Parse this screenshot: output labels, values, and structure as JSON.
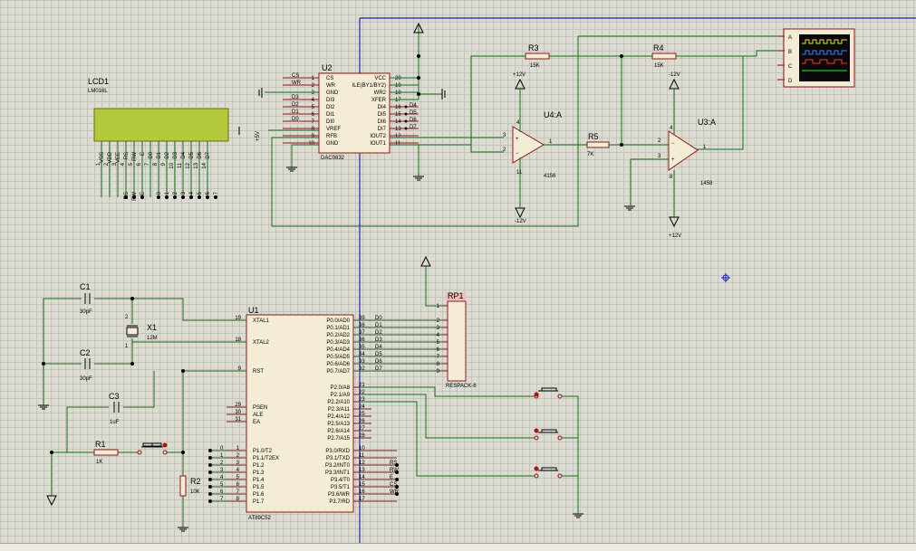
{
  "colors": {
    "wire": "#1a6b1a",
    "body": "#f4ecd4",
    "outline": "#8b1a1a",
    "lcd": "#b4c83c",
    "boundary": "#2020c0",
    "rp": "#f5b7b7"
  },
  "lcd1": {
    "ref": "LCD1",
    "part": "LM016L",
    "pins": [
      "VSS",
      "VDD",
      "VEE",
      "RS",
      "RW",
      "E",
      "D0",
      "D1",
      "D2",
      "D3",
      "D4",
      "D5",
      "D6",
      "D7"
    ],
    "nums": [
      "1",
      "2",
      "3",
      "4",
      "5",
      "6",
      "7",
      "8",
      "9",
      "10",
      "11",
      "12",
      "13",
      "14"
    ],
    "bot": [
      "RS",
      "RW",
      "E",
      "0",
      "1",
      "2",
      "3",
      "4",
      "5",
      "6",
      "7"
    ]
  },
  "u2": {
    "ref": "U2",
    "part": "DAC0832",
    "left": [
      "CS",
      "WR",
      "GND",
      "DI3",
      "DI2",
      "DI1",
      "DI0",
      "VREF",
      "RFB",
      "GND"
    ],
    "leftn": [
      "1",
      "2",
      "3",
      "4",
      "5",
      "6",
      "7",
      "8",
      "9",
      "10"
    ],
    "right": [
      "VCC",
      "ILE(BY1/BY2)",
      "WR2",
      "XFER",
      "DI4",
      "DI5",
      "DI6",
      "DI7",
      "IOUT2",
      "IOUT1"
    ],
    "rightn": [
      "20",
      "19",
      "18",
      "17",
      "16",
      "15",
      "14",
      "13",
      "12",
      "11"
    ],
    "netl": [
      "CS",
      "WR",
      "",
      "D3",
      "D2",
      "D1",
      "D0"
    ],
    "netr": [
      "D4",
      "D5",
      "D6",
      "D7"
    ],
    "vref": "+5V"
  },
  "u4": {
    "ref": "U4:A",
    "part": "4156",
    "pins": [
      "3",
      "2",
      "1",
      "4",
      "11"
    ],
    "vp": "+12V",
    "vn": "-12V"
  },
  "u3": {
    "ref": "U3:A",
    "part": "1458",
    "pins": [
      "3",
      "2",
      "1",
      "4",
      "8"
    ],
    "vp": "+12V",
    "vn": "-12V"
  },
  "resistors": [
    {
      "ref": "R3",
      "val": "15K"
    },
    {
      "ref": "R4",
      "val": "15K"
    },
    {
      "ref": "R5",
      "val": "7K"
    },
    {
      "ref": "R1",
      "val": "1K"
    },
    {
      "ref": "R2",
      "val": "10K"
    }
  ],
  "scope": {
    "ch": [
      "A",
      "B",
      "C",
      "D"
    ]
  },
  "rp1": {
    "ref": "RP1",
    "part": "RESPACK-8",
    "pins": [
      "1",
      "2",
      "3",
      "4",
      "5",
      "6",
      "7",
      "8",
      "9"
    ]
  },
  "u1": {
    "ref": "U1",
    "part": "AT89C52",
    "leftn": [
      "19",
      "18",
      "9",
      "29",
      "30",
      "31"
    ],
    "left": [
      "XTAL1",
      "XTAL2",
      "RST",
      "PSEN",
      "ALE",
      "EA"
    ],
    "p0": [
      "P0.0/AD0",
      "P0.1/AD1",
      "P0.2/AD2",
      "P0.3/AD3",
      "P0.4/AD4",
      "P0.5/AD5",
      "P0.6/AD6",
      "P0.7/AD7"
    ],
    "p0n": [
      "39",
      "38",
      "37",
      "36",
      "35",
      "34",
      "33",
      "32"
    ],
    "p0net": [
      "D0",
      "D1",
      "D2",
      "D3",
      "D4",
      "D5",
      "D6",
      "D7"
    ],
    "p2": [
      "P2.0/A8",
      "P2.1/A9",
      "P2.2/A10",
      "P2.3/A11",
      "P2.4/A12",
      "P2.5/A13",
      "P2.6/A14",
      "P2.7/A15"
    ],
    "p2n": [
      "21",
      "22",
      "23",
      "24",
      "25",
      "26",
      "27",
      "28"
    ],
    "p1": [
      "P1.0/T2",
      "P1.1/T2EX",
      "P1.2",
      "P1.3",
      "P1.4",
      "P1.5",
      "P1.6",
      "P1.7"
    ],
    "p1n": [
      "1",
      "2",
      "3",
      "4",
      "5",
      "6",
      "7",
      "8"
    ],
    "p1net": [
      "0",
      "1",
      "2",
      "3",
      "4",
      "5",
      "6",
      "7"
    ],
    "p3": [
      "P3.0/RXD",
      "P3.1/TXD",
      "P3.2/INT0",
      "P3.3/INT1",
      "P3.4/T0",
      "P3.5/T1",
      "P3.6/WR",
      "P3.7/RD"
    ],
    "p3n": [
      "10",
      "11",
      "12",
      "13",
      "14",
      "15",
      "16",
      "17"
    ],
    "p3net": [
      "RS",
      "RW",
      "E",
      "CS",
      "WR"
    ]
  },
  "caps": [
    {
      "ref": "C1",
      "val": "30pF"
    },
    {
      "ref": "C2",
      "val": "30pF"
    },
    {
      "ref": "C3",
      "val": "1uF"
    }
  ],
  "xtal": {
    "ref": "X1",
    "val": "12M",
    "pins": [
      "1",
      "2"
    ]
  }
}
